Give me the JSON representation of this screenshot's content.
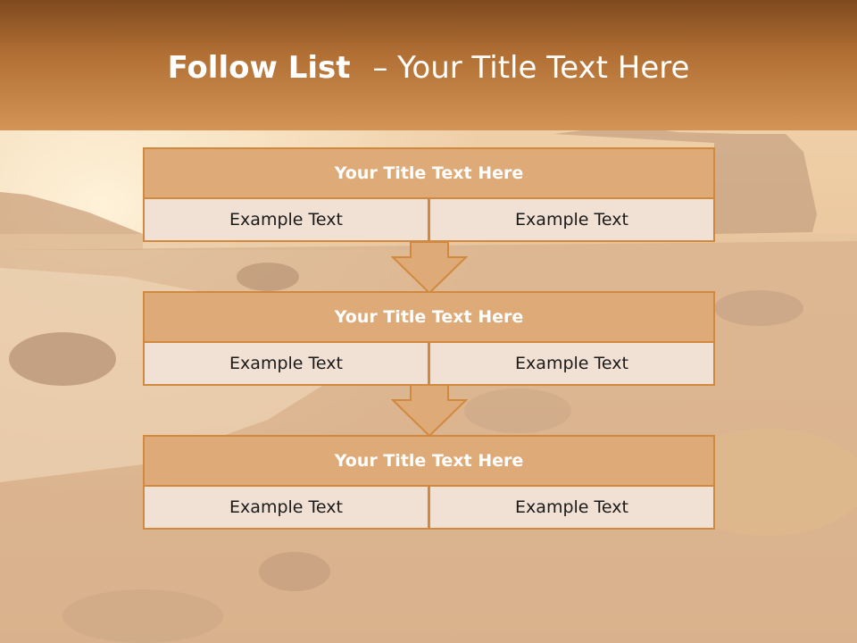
{
  "header": {
    "title_bold": "Follow List",
    "title_separator": "–",
    "title_rest": "Your Title Text Here"
  },
  "steps": [
    {
      "title": "Your Title Text Here",
      "left": "Example Text",
      "right": "Example Text"
    },
    {
      "title": "Your Title Text Here",
      "left": "Example Text",
      "right": "Example Text"
    },
    {
      "title": "Your Title Text Here",
      "left": "Example Text",
      "right": "Example Text"
    }
  ],
  "colors": {
    "header_top": "#7e4a1e",
    "header_bottom": "#d39456",
    "block_title_fill": "#deab78",
    "block_border": "#d1893f",
    "cell_fill": "#f1e0d4",
    "arrow_fill": "#deab78"
  },
  "background": {
    "image": "sunset-rocky-beach"
  }
}
